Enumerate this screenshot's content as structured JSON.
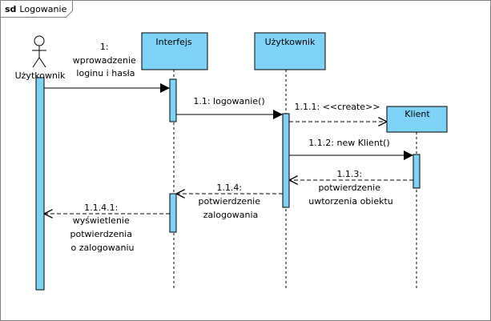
{
  "frame": {
    "keyword": "sd",
    "name": "Logowanie"
  },
  "colors": {
    "lifeline_fill": "#7fd3f7",
    "stroke": "#000000",
    "frame_stroke": "#7f7f7f",
    "background": "#ffffff"
  },
  "actor": {
    "name": "Użytkownik"
  },
  "lifelines": {
    "interfejs": "Interfejs",
    "uzytkownik": "Użytkownik",
    "klient": "Klient"
  },
  "messages": {
    "m1": [
      "1:",
      "wprowadzenie",
      "loginu i hasła"
    ],
    "m11": [
      "1.1: logowanie()"
    ],
    "m111": [
      "1.1.1: <<create>>"
    ],
    "m112": [
      "1.1.2: new Klient()"
    ],
    "m113": [
      "1.1.3:",
      "potwierdzenie",
      "uwtorzenia obiektu"
    ],
    "m114": [
      "1.1.4:",
      "potwierdzenie",
      "zalogowania"
    ],
    "m1141": [
      "1.1.4.1:",
      "wyświetlenie",
      "potwierdzenia",
      "o zalogowaniu"
    ]
  }
}
